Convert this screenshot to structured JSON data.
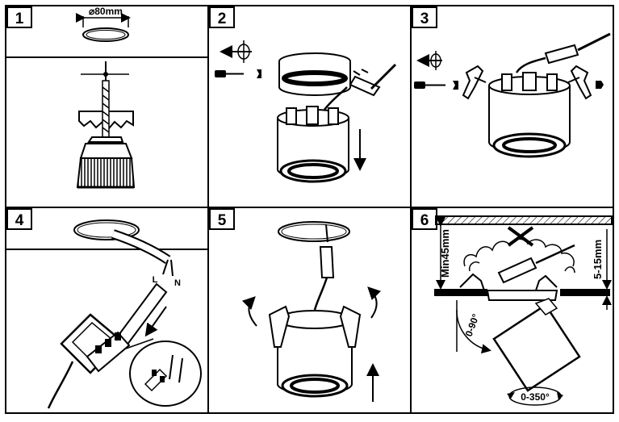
{
  "steps": [
    {
      "number": "1"
    },
    {
      "number": "2"
    },
    {
      "number": "3"
    },
    {
      "number": "4"
    },
    {
      "number": "5"
    },
    {
      "number": "6"
    }
  ],
  "labels": {
    "cutout_diameter": "⌀80mm",
    "live": "L",
    "neutral": "N",
    "min_depth": "Min45mm",
    "ceiling_thickness": "5-15mm",
    "tilt_range": "0-90°",
    "rotation_range": "0-350°"
  }
}
